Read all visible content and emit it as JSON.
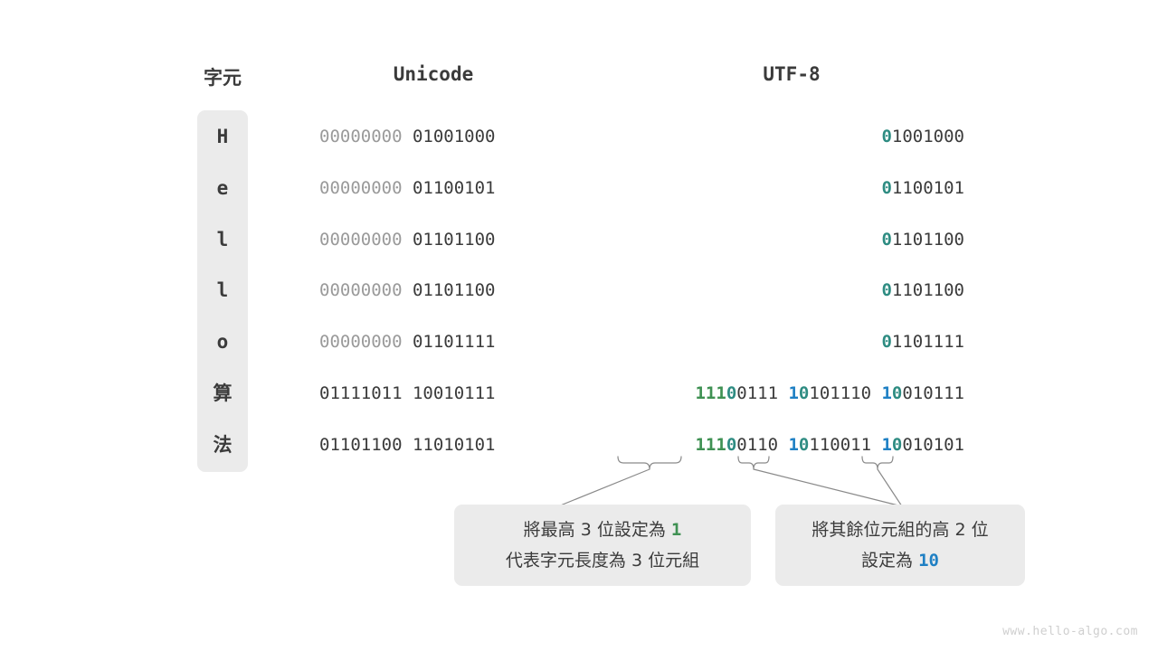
{
  "headers": {
    "character": "字元",
    "unicode": "Unicode",
    "utf8": "UTF-8"
  },
  "colors": {
    "green": "#3f9153",
    "teal": "#2e8c82",
    "blue": "#1f80c4",
    "dark": "#3b3b3b",
    "dim": "#9a9a9a",
    "box_bg": "#ebebeb",
    "background": "#ffffff",
    "watermark": "#cfcfcf"
  },
  "rows": [
    {
      "char": "H",
      "char_script": "latin",
      "unicode": "00000000 01001000",
      "unicode_parts": [
        {
          "text": "00000000 ",
          "style": "dim"
        },
        {
          "text": "01001000",
          "style": "dark"
        }
      ],
      "utf8": "01001000",
      "utf8_parts": [
        {
          "text": "0",
          "style": "teal"
        },
        {
          "text": "1001000",
          "style": "dark"
        }
      ]
    },
    {
      "char": "e",
      "char_script": "latin",
      "unicode": "00000000 01100101",
      "unicode_parts": [
        {
          "text": "00000000 ",
          "style": "dim"
        },
        {
          "text": "01100101",
          "style": "dark"
        }
      ],
      "utf8": "01100101",
      "utf8_parts": [
        {
          "text": "0",
          "style": "teal"
        },
        {
          "text": "1100101",
          "style": "dark"
        }
      ]
    },
    {
      "char": "l",
      "char_script": "latin",
      "unicode": "00000000 01101100",
      "unicode_parts": [
        {
          "text": "00000000 ",
          "style": "dim"
        },
        {
          "text": "01101100",
          "style": "dark"
        }
      ],
      "utf8": "01101100",
      "utf8_parts": [
        {
          "text": "0",
          "style": "teal"
        },
        {
          "text": "1101100",
          "style": "dark"
        }
      ]
    },
    {
      "char": "l",
      "char_script": "latin",
      "unicode": "00000000 01101100",
      "unicode_parts": [
        {
          "text": "00000000 ",
          "style": "dim"
        },
        {
          "text": "01101100",
          "style": "dark"
        }
      ],
      "utf8": "01101100",
      "utf8_parts": [
        {
          "text": "0",
          "style": "teal"
        },
        {
          "text": "1101100",
          "style": "dark"
        }
      ]
    },
    {
      "char": "o",
      "char_script": "latin",
      "unicode": "00000000 01101111",
      "unicode_parts": [
        {
          "text": "00000000 ",
          "style": "dim"
        },
        {
          "text": "01101111",
          "style": "dark"
        }
      ],
      "utf8": "01101111",
      "utf8_parts": [
        {
          "text": "0",
          "style": "teal"
        },
        {
          "text": "1101111",
          "style": "dark"
        }
      ]
    },
    {
      "char": "算",
      "char_script": "cjk",
      "unicode": "01111011 10010111",
      "unicode_parts": [
        {
          "text": "01111011 10010111",
          "style": "dark"
        }
      ],
      "utf8": "11100111 10101110 10010111",
      "utf8_parts": [
        {
          "text": "111",
          "style": "green"
        },
        {
          "text": "0",
          "style": "teal"
        },
        {
          "text": "0111 ",
          "style": "dark"
        },
        {
          "text": "1",
          "style": "blue"
        },
        {
          "text": "0",
          "style": "teal"
        },
        {
          "text": "101110 ",
          "style": "dark"
        },
        {
          "text": "1",
          "style": "blue"
        },
        {
          "text": "0",
          "style": "teal"
        },
        {
          "text": "010111",
          "style": "dark"
        }
      ]
    },
    {
      "char": "法",
      "char_script": "cjk",
      "unicode": "01101100 11010101",
      "unicode_parts": [
        {
          "text": "01101100 11010101",
          "style": "dark"
        }
      ],
      "utf8": "11100110 10110011 10010101",
      "utf8_parts": [
        {
          "text": "111",
          "style": "green"
        },
        {
          "text": "0",
          "style": "teal"
        },
        {
          "text": "0110 ",
          "style": "dark"
        },
        {
          "text": "1",
          "style": "blue"
        },
        {
          "text": "0",
          "style": "teal"
        },
        {
          "text": "110011 ",
          "style": "dark"
        },
        {
          "text": "1",
          "style": "blue"
        },
        {
          "text": "0",
          "style": "teal"
        },
        {
          "text": "010101",
          "style": "dark"
        }
      ]
    }
  ],
  "annotations": {
    "left": {
      "line1_prefix": "將最高 3 位設定為 ",
      "line1_highlight": "1",
      "line2": "代表字元長度為 3 位元組"
    },
    "right": {
      "line1": "將其餘位元組的高 2 位",
      "line2_prefix": "設定為 ",
      "line2_highlight": "10"
    }
  },
  "watermark": "www.hello-algo.com"
}
